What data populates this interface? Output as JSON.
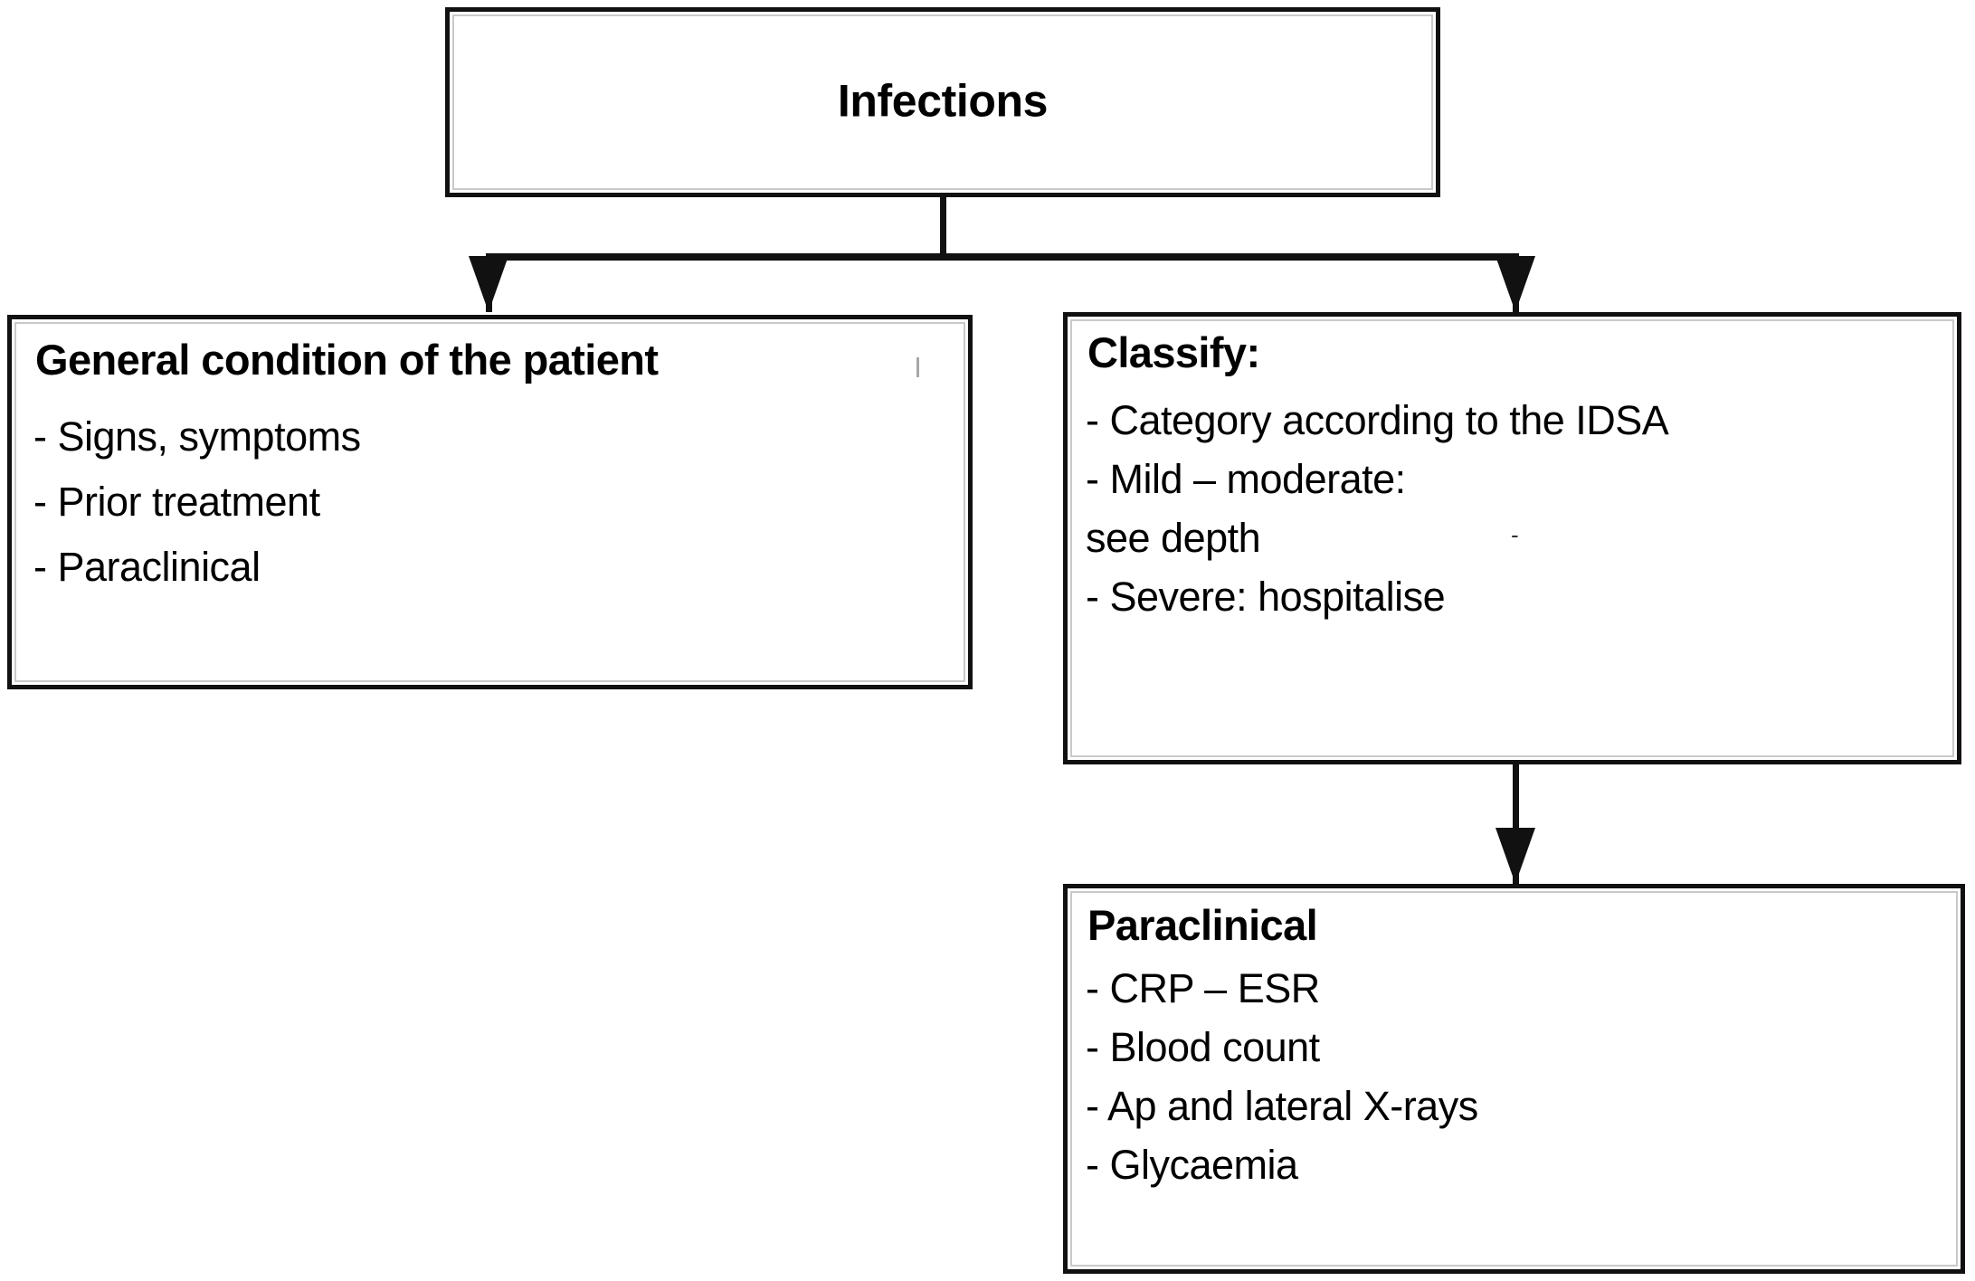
{
  "diagram": {
    "title": "Infections management flowchart",
    "colors": {
      "border": "#111111",
      "inner_rule": "#c9c9c9",
      "background": "#ffffff",
      "text": "#000000"
    },
    "nodes": {
      "root": {
        "title": "Infections"
      },
      "general": {
        "title": "General condition of the patient",
        "items": [
          "-  Signs, symptoms",
          "-  Prior treatment",
          "-  Paraclinical"
        ],
        "artifact": ""
      },
      "classify": {
        "title": "Classify:",
        "items": [
          "- Category according to the IDSA",
          "- Mild – moderate:",
          "see depth",
          "- Severe: hospitalise"
        ],
        "artifact": "-"
      },
      "paraclinical": {
        "title": "Paraclinical",
        "items": [
          "- CRP – ESR",
          "- Blood count",
          "- Ap and lateral X-rays",
          "- Glycaemia"
        ]
      }
    },
    "edges": [
      {
        "from": "root",
        "to": "general",
        "style": "elbow-arrow"
      },
      {
        "from": "root",
        "to": "classify",
        "style": "elbow-arrow"
      },
      {
        "from": "classify",
        "to": "paraclinical",
        "style": "straight-arrow"
      }
    ]
  }
}
